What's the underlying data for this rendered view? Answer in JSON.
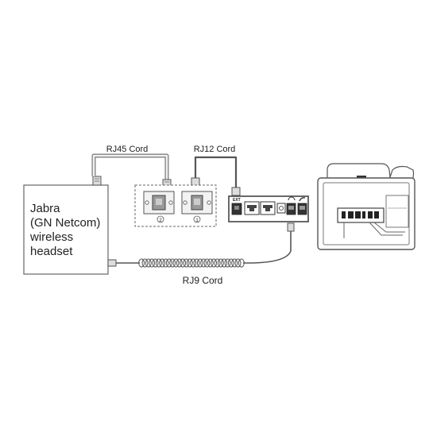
{
  "headset": {
    "lines": [
      "Jabra",
      "(GN Netcom)",
      "wireless",
      "headset"
    ]
  },
  "cords": {
    "rj45": "RJ45 Cord",
    "rj12": "RJ12 Cord",
    "rj9": "RJ9 Cord"
  },
  "adapter": {
    "port_2": "2",
    "port_1": "1"
  },
  "ehs_module": {
    "ext_label": "EXT"
  }
}
